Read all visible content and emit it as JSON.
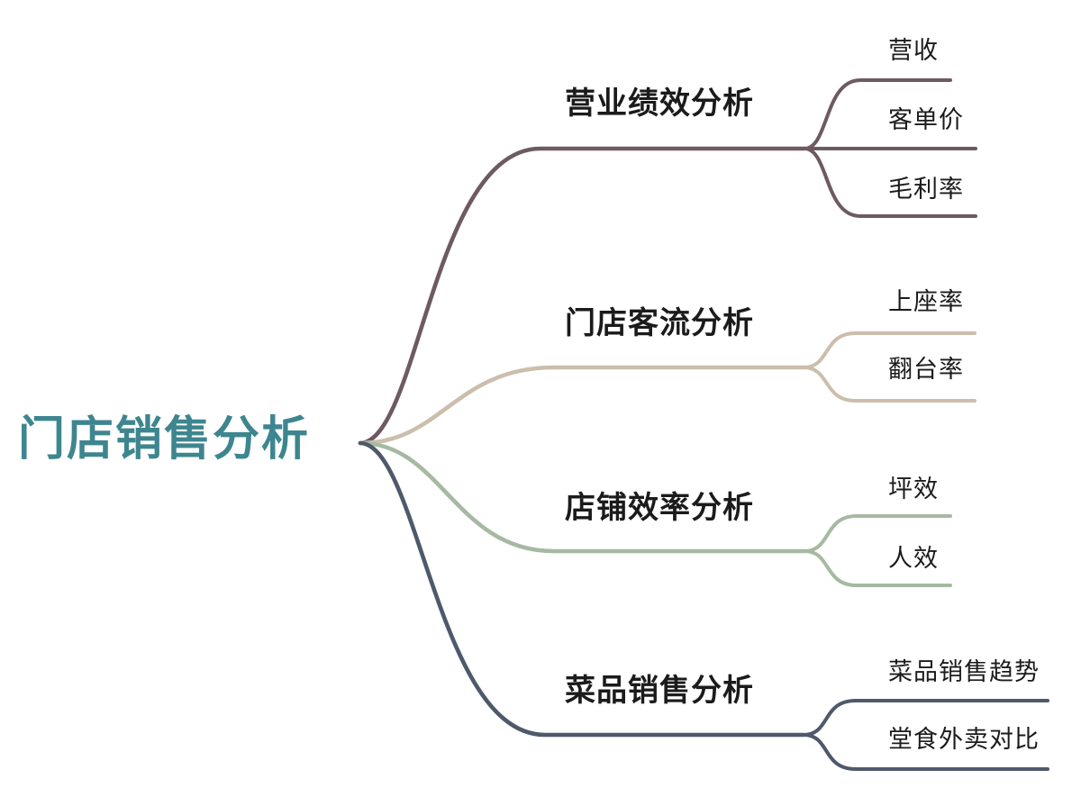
{
  "canvas": {
    "background": "#FFFFFF",
    "text_color": "#1B1B1B"
  },
  "root": {
    "label": "门店销售分析",
    "color": "#3E868F"
  },
  "branches": [
    {
      "label": "营业绩效分析",
      "color": "#6E5A62",
      "children": [
        {
          "label": "营收"
        },
        {
          "label": "客单价"
        },
        {
          "label": "毛利率"
        }
      ]
    },
    {
      "label": "门店客流分析",
      "color": "#CCBEAC",
      "children": [
        {
          "label": "上座率"
        },
        {
          "label": "翻台率"
        }
      ]
    },
    {
      "label": "店铺效率分析",
      "color": "#A6B9A2",
      "children": [
        {
          "label": "坪效"
        },
        {
          "label": "人效"
        }
      ]
    },
    {
      "label": "菜品销售分析",
      "color": "#4E5A6B",
      "children": [
        {
          "label": "菜品销售趋势"
        },
        {
          "label": "堂食外卖对比"
        }
      ]
    }
  ]
}
